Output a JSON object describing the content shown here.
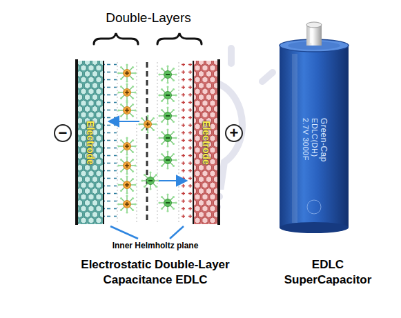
{
  "diagram": {
    "nodes": [
      {
        "text": [
          "−"
        ]
      },
      {
        "text": [
          "Electrode"
        ]
      },
      {
        "text": [
          "Electrode"
        ]
      },
      {
        "text": [
          "+"
        ]
      },
      {
        "text": [
          "Green-Cap",
          "EDLC(DH)",
          "2.7V 3000F"
        ]
      }
    ],
    "labels": [
      "Double-Layers",
      "Inner Helmholtz plane",
      "Electrostatic Double-Layer Capacitance EDLC",
      "EDLC SuperCapacitor"
    ]
  }
}
